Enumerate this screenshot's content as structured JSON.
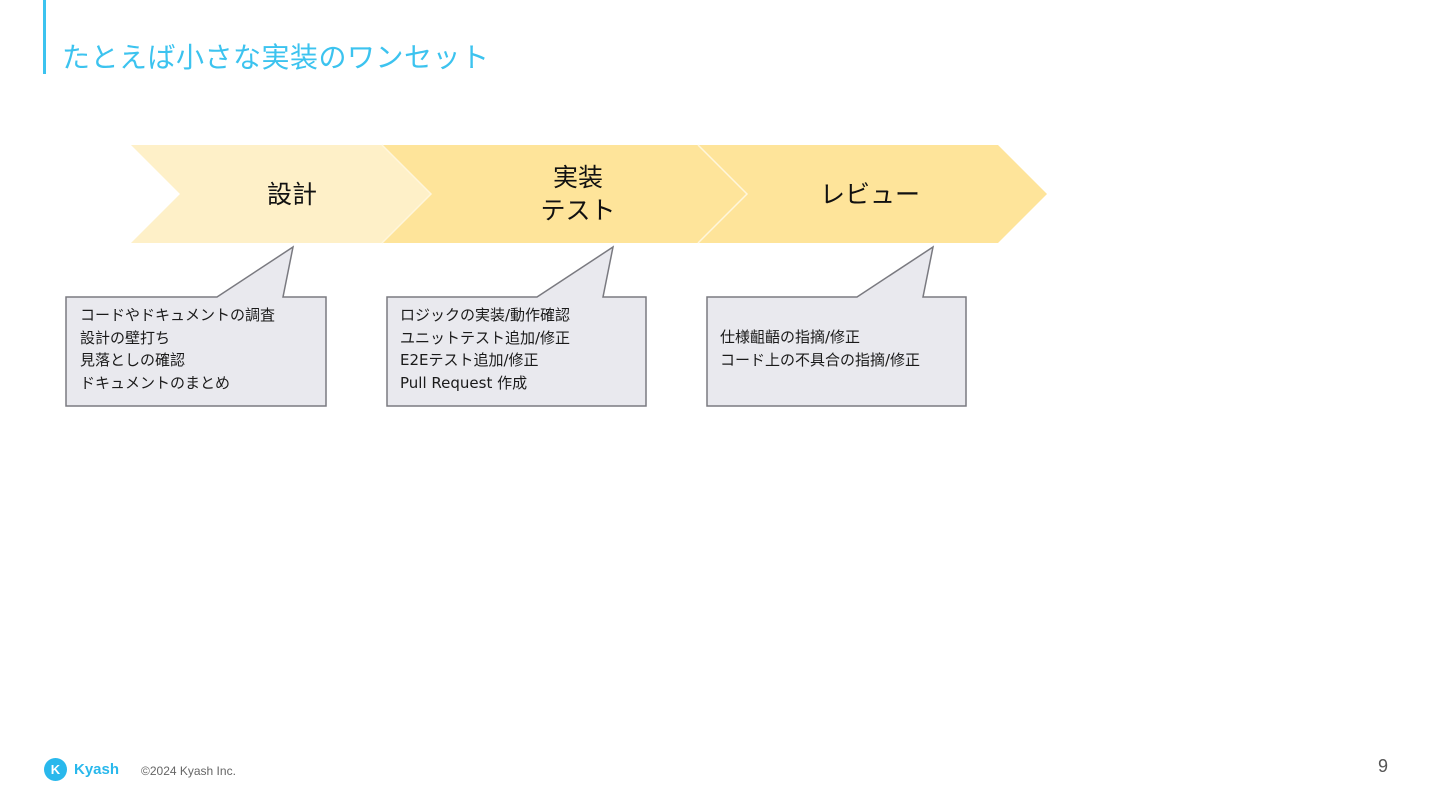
{
  "slide": {
    "title": "たとえば小さな実装のワンセット",
    "page_number": "9"
  },
  "stages": [
    {
      "label_lines": [
        "設計"
      ],
      "color": "#fef0c8"
    },
    {
      "label_lines": [
        "実装",
        "テスト"
      ],
      "color": "#fee49a"
    },
    {
      "label_lines": [
        "レビュー"
      ],
      "color": "#fee49a"
    }
  ],
  "callouts": [
    {
      "lines": [
        "コードやドキュメントの調査",
        "設計の壁打ち",
        "見落としの確認",
        "ドキュメントのまとめ"
      ]
    },
    {
      "lines": [
        "ロジックの実装/動作確認",
        "ユニットテスト追加/修正",
        "E2Eテスト追加/修正",
        "Pull Request 作成"
      ]
    },
    {
      "lines": [
        "仕様齟齬の指摘/修正",
        "コード上の不具合の指摘/修正"
      ]
    }
  ],
  "footer": {
    "logo_mark": "K",
    "logo_text": "Kyash",
    "copyright": "©2024 Kyash Inc."
  },
  "colors": {
    "accent": "#3cc3ef",
    "callout_fill": "#e9e9ee",
    "callout_stroke": "#7a7a80"
  }
}
